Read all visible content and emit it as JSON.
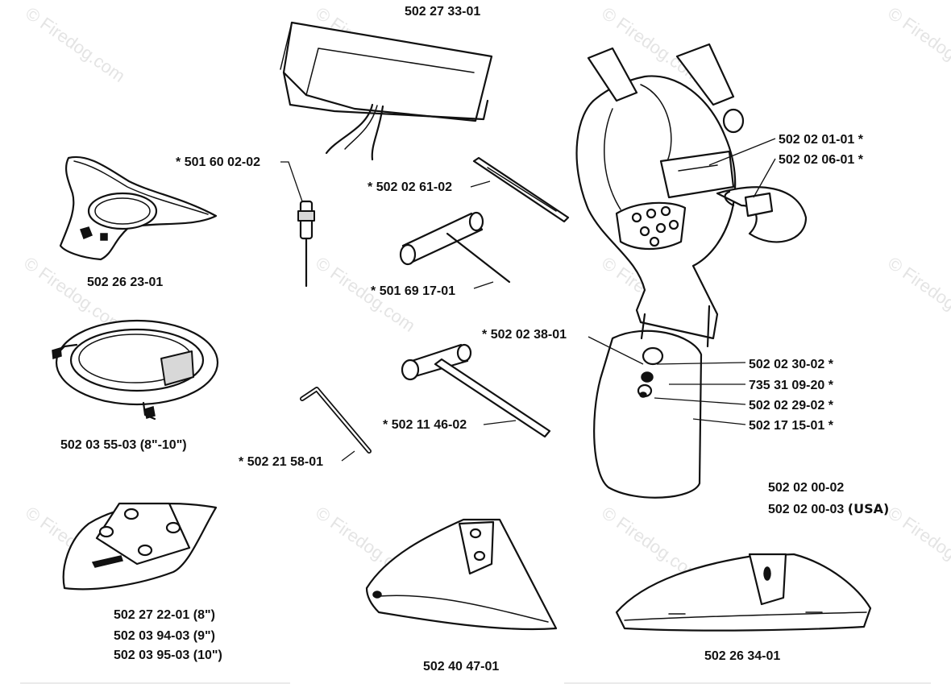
{
  "watermark": "© Firedog.com",
  "parts": {
    "tool_bag": "502 27 33-01",
    "grass_blade": "502 26 23-01",
    "guard_ring": "502 03 55-03",
    "guard_ring_size": "(8\"-10\")",
    "spark_plug_tool": "501 60 02-02",
    "screwdriver": "502 02 61-02",
    "combination_wrench": "501 69 17-01",
    "hex_key": "502 21 58-01",
    "socket_wrench": "502 11 46-02",
    "harness_buckle": "502 02 01-01",
    "harness_hook": "502 02 06-01",
    "pad_screw": "502 02 38-01",
    "pad_part_a": "502 02 30-02",
    "pad_part_b": "735 31 09-20",
    "pad_part_c": "502 02 29-02",
    "hip_pad": "502 17 15-01",
    "harness_complete": "502 02 00-02",
    "harness_complete_usa": "502 02 00-03",
    "harness_usa_note": "(USA)",
    "trimmer_guard_8": "502 27 22-01",
    "trimmer_guard_8_size": "(8\")",
    "trimmer_guard_9": "502 03 94-03",
    "trimmer_guard_9_size": "(9\")",
    "trimmer_guard_10": "502 03 95-03",
    "trimmer_guard_10_size": "(10\")",
    "center_guard": "502 40 47-01",
    "blade_guard": "502 26 34-01"
  },
  "asterisk": "*"
}
